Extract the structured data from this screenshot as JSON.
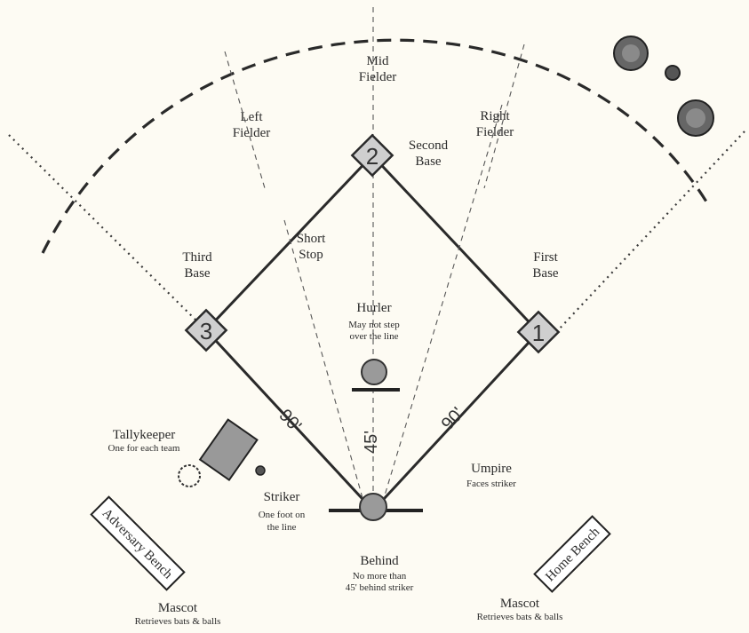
{
  "bases": {
    "first": "1",
    "second": "2",
    "third": "3"
  },
  "distances": {
    "base_left": "90'",
    "base_right": "90'",
    "hurler": "45'"
  },
  "positions": {
    "mid_fielder": [
      "Mid",
      "Fielder"
    ],
    "left_fielder": [
      "Left",
      "Fielder"
    ],
    "right_fielder": [
      "Right",
      "Fielder"
    ],
    "second_base": [
      "Second",
      "Base"
    ],
    "third_base": [
      "Third",
      "Base"
    ],
    "first_base": [
      "First",
      "Base"
    ],
    "short_stop": [
      "Short",
      "Stop"
    ],
    "hurler": {
      "title": "Hurler",
      "note": [
        "May not step",
        "over the line"
      ]
    },
    "tallykeeper": {
      "title": "Tallykeeper",
      "note": "One for each team"
    },
    "umpire": {
      "title": "Umpire",
      "note": "Faces striker"
    },
    "striker": {
      "title": "Striker",
      "note": [
        "One foot on",
        "the line"
      ]
    },
    "behind": {
      "title": "Behind",
      "note": [
        "No more than",
        "45' behind striker"
      ]
    },
    "mascot_left": {
      "title": "Mascot",
      "note": "Retrieves bats & balls"
    },
    "mascot_right": {
      "title": "Mascot",
      "note": "Retrieves bats & balls"
    }
  },
  "benches": {
    "adversary": "Adversary Bench",
    "home": "Home Bench"
  },
  "colors": {
    "line": "#2a2a2a",
    "base_fill": "#cfcfcf",
    "paper": "#fdfbf3"
  }
}
